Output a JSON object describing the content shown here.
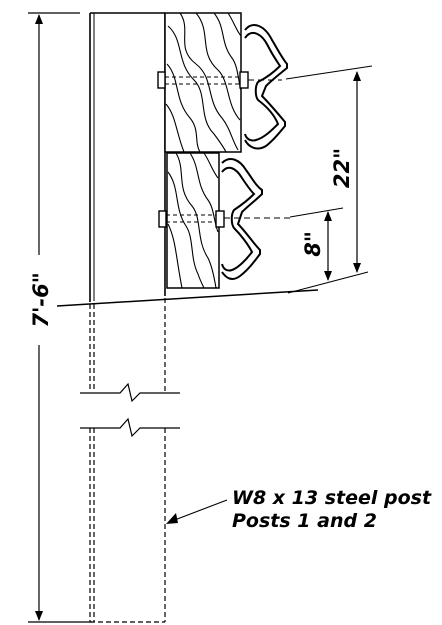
{
  "dimensions": {
    "overall_height": "7'-6\"",
    "upper_rail_height": "22\"",
    "lower_rail_height": "8\""
  },
  "note": {
    "line1": "W8 x 13 steel post",
    "line2": "Posts 1 and 2"
  },
  "colors": {
    "line": "#000000",
    "background": "#ffffff"
  }
}
